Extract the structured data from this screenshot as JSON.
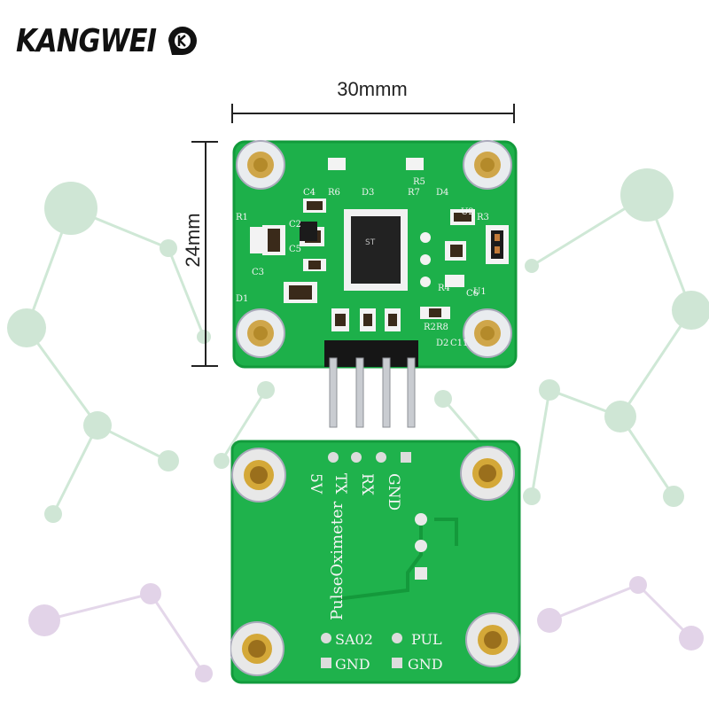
{
  "brand": {
    "name": "KANGWEI"
  },
  "dimensions": {
    "width_label": "30mmm",
    "height_label": "24mm"
  },
  "front_board": {
    "labels": [
      "C4",
      "R6",
      "D3",
      "R7",
      "D4",
      "R5",
      "R1",
      "C2",
      "C5",
      "C3",
      "U1",
      "R3",
      "D1",
      "R4",
      "C6",
      "U2",
      "R2",
      "R8",
      "D2",
      "C11"
    ]
  },
  "back_board": {
    "pin_labels": [
      "5V",
      "TX",
      "RX",
      "GND"
    ],
    "board_name": "PulseOximeter",
    "pad_labels": [
      "SA02",
      "PUL",
      "GND",
      "GND"
    ]
  },
  "colors": {
    "pcb": "#1db04a",
    "pcb_dark": "#159a3e",
    "gold": "#c8a23a",
    "network": "#b7dcc3",
    "network_purple": "#d8c6e0"
  }
}
